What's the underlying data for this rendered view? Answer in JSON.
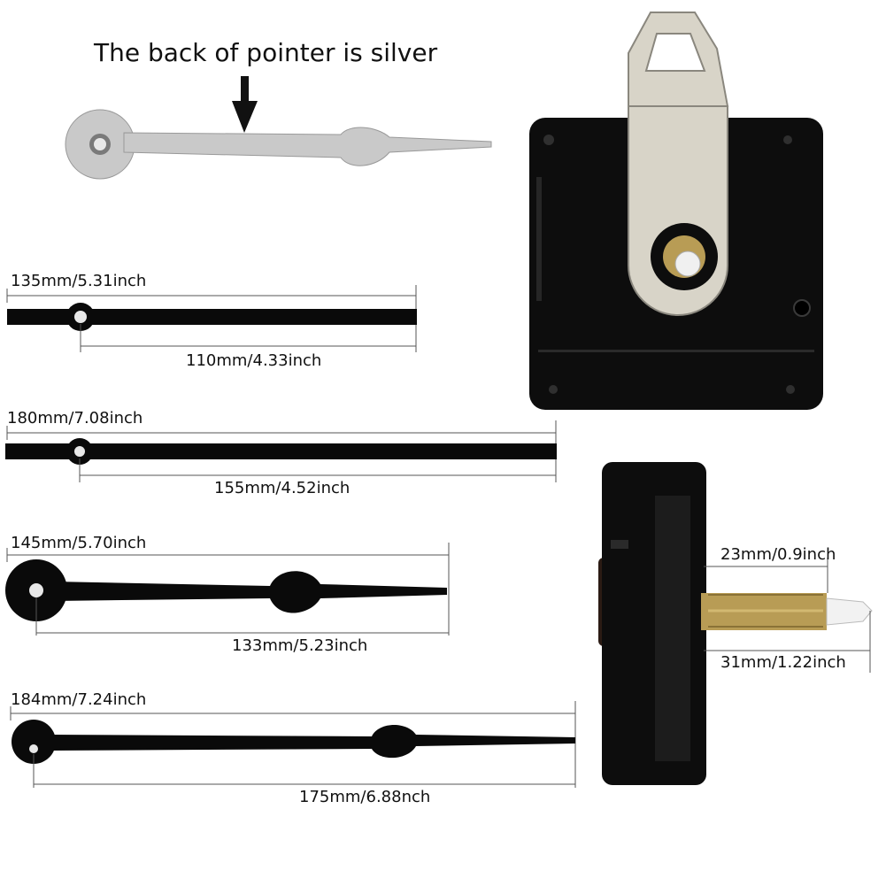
{
  "header": {
    "note": "The back of pointer is silver"
  },
  "hands": [
    {
      "total_label": "135mm/5.31inch",
      "shaft_label": "110mm/4.33inch"
    },
    {
      "total_label": "180mm/7.08inch",
      "shaft_label": "155mm/4.52inch"
    },
    {
      "total_label": "145mm/5.70inch",
      "shaft_label": "133mm/5.23inch"
    },
    {
      "total_label": "184mm/7.24inch",
      "shaft_label": "175mm/6.88nch"
    }
  ],
  "movement": {
    "shaft_label": "23mm/0.9inch",
    "total_label": "31mm/1.22inch"
  },
  "colors": {
    "hand": "#0a0a0a",
    "silver": "#c9c9c9",
    "movement": "#0d0d0d",
    "brass": "#b89c55",
    "bracket": "#d8d4c8"
  }
}
